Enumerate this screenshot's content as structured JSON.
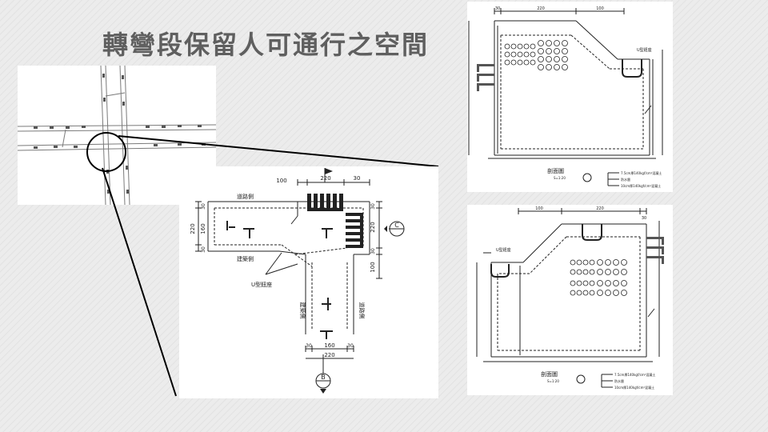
{
  "slide": {
    "title": "轉彎段保留人可通行之空間"
  },
  "plan": {
    "label_road_side": "道路側",
    "label_building_side": "建築側",
    "label_u_seat": "U型鈕座",
    "dim_top_100": "100",
    "dim_top_220": "220",
    "dim_top_30": "30",
    "dim_left_220": "220",
    "dim_left_160": "160",
    "dim_left_30a": "30",
    "dim_left_30b": "30",
    "dim_right_30a": "30",
    "dim_right_220": "220",
    "dim_right_30b": "30",
    "dim_right_100": "100",
    "dim_bottom_30a": "30",
    "dim_bottom_160": "160",
    "dim_bottom_30b": "30",
    "dim_bottom_220": "220",
    "marker_c": "C",
    "marker_b": "B"
  },
  "section_upper": {
    "dim_30": "30",
    "dim_220": "220",
    "dim_100": "100",
    "label_u_seat": "U型鈕座",
    "caption": "剖面圖",
    "scale": "S=1:20",
    "note_1": "7.5cm厚140kgf/cm²混凝土",
    "note_2": "防水層",
    "note_3": "10cm厚140kgf/cm²混凝土"
  },
  "section_lower": {
    "dim_100": "100",
    "dim_220": "220",
    "dim_30": "30",
    "label_u_seat": "U型鈕座",
    "caption": "剖面圖",
    "scale": "S=1:20",
    "note_1": "7.5cm厚140kgf/cm²混凝土",
    "note_2": "防水層",
    "note_3": "10cm厚140kgf/cm²混凝土"
  }
}
